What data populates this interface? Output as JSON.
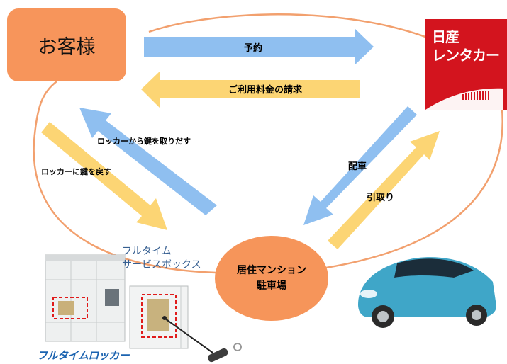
{
  "nodes": {
    "customer": "お客様",
    "rental_company": [
      "日産",
      "レンタカー"
    ],
    "residence": [
      "居住マンション",
      "駐車場"
    ],
    "locker_label": [
      "フルタイム",
      "サービスボックス"
    ],
    "locker_brand": "フルタイムロッカー"
  },
  "arrows": {
    "reservation": "予約",
    "billing": "ご利用料金の請求",
    "take_key": "ロッカーから鍵を取りだす",
    "return_key": "ロッカーに鍵を戻す",
    "dispatch": "配車",
    "pickup": "引取り"
  },
  "colors": {
    "blue_arrow": "#8fbff0",
    "yellow_arrow": "#fcd574",
    "cycle_line": "#f2a06e",
    "node_fill": "#f6955a",
    "brand_red": "#d3141e"
  }
}
